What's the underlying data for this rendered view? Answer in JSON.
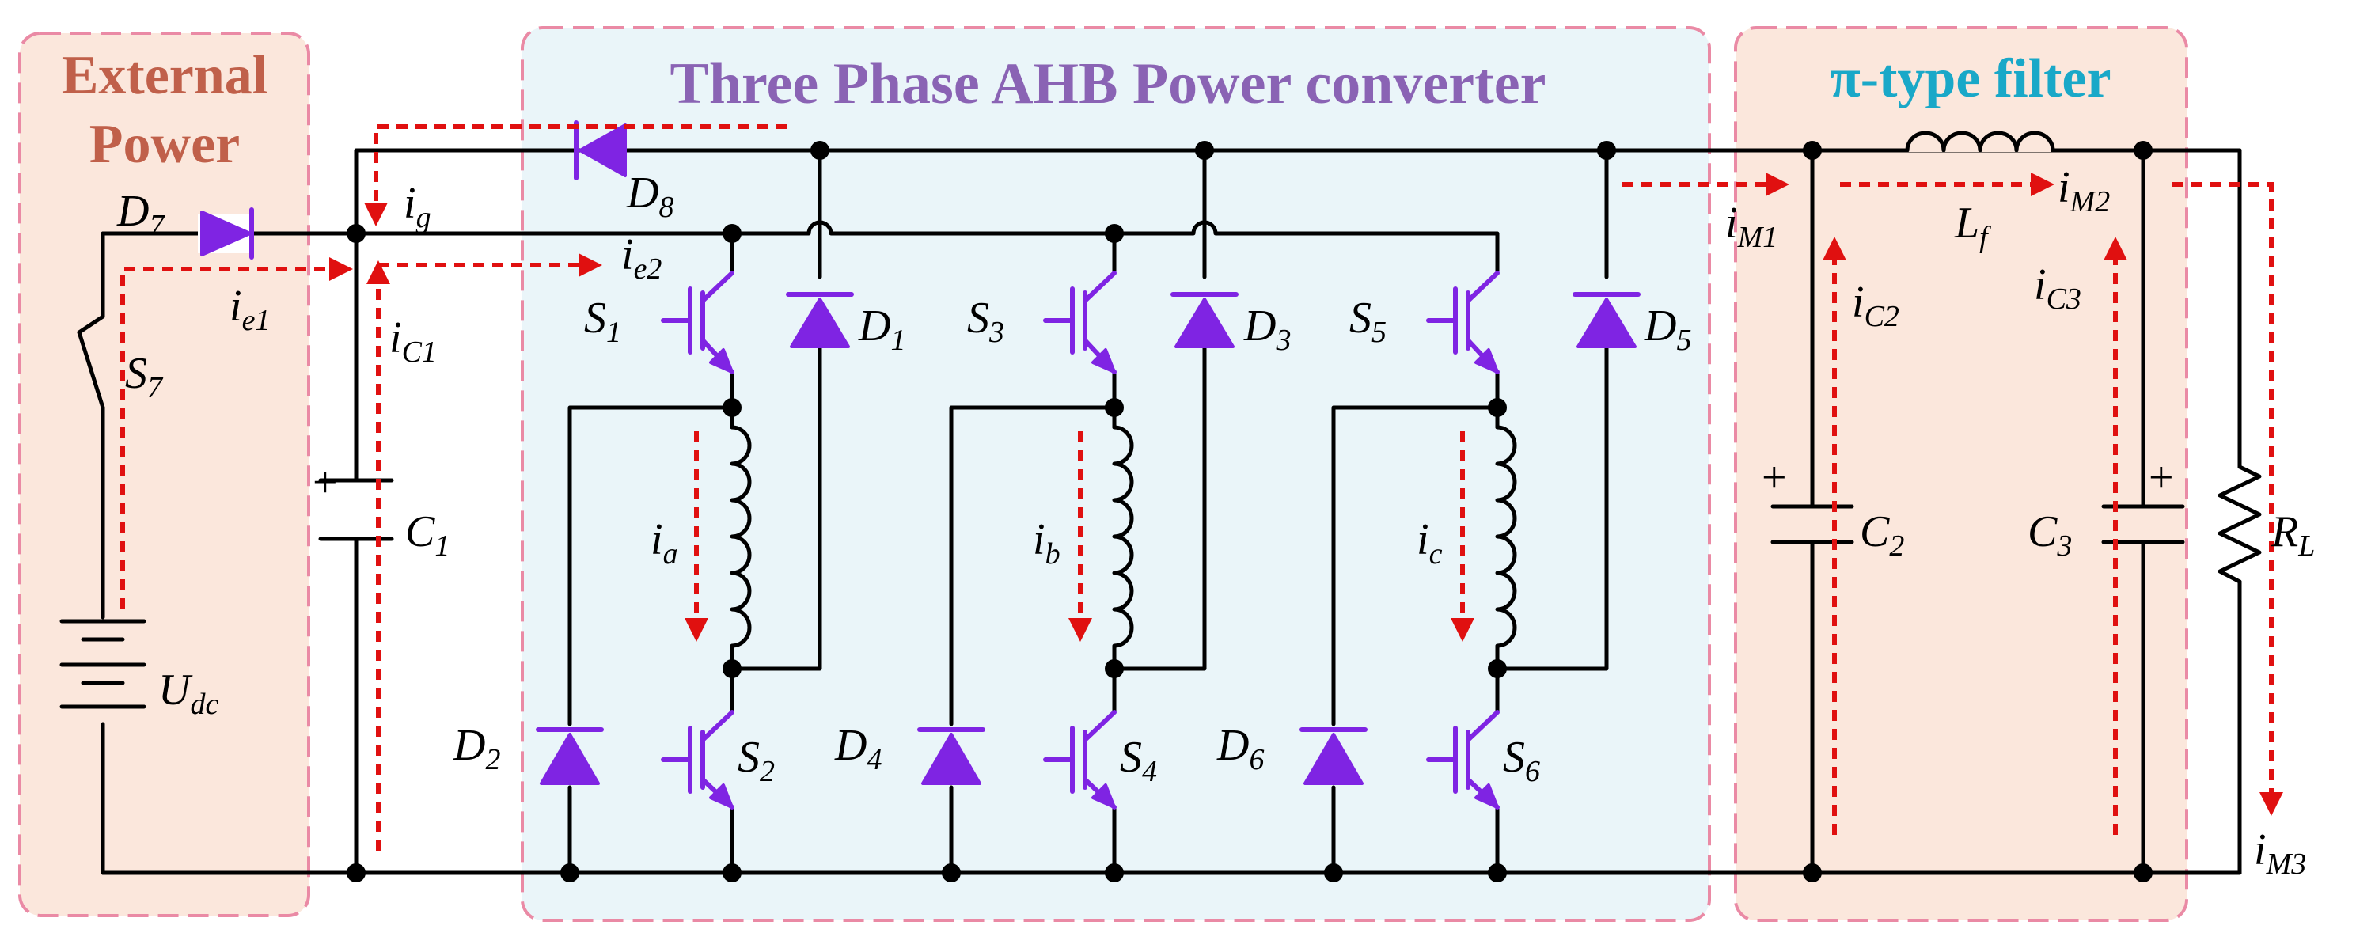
{
  "sections": {
    "external": {
      "title_line1": "External",
      "title_line2": "Power",
      "color": "#c0604a"
    },
    "converter": {
      "title": "Three Phase AHB Power converter",
      "color": "#8a63b4"
    },
    "filter": {
      "title": "π-type filter",
      "color": "#19a8c8"
    }
  },
  "labels": {
    "D7": {
      "main": "D",
      "sub": "7"
    },
    "S7": {
      "main": "S",
      "sub": "7"
    },
    "Udc": {
      "main": "U",
      "sub": "dc"
    },
    "C1": {
      "main": "C",
      "sub": "1"
    },
    "D8": {
      "main": "D",
      "sub": "8"
    },
    "S1": {
      "main": "S",
      "sub": "1"
    },
    "D1": {
      "main": "D",
      "sub": "1"
    },
    "S2": {
      "main": "S",
      "sub": "2"
    },
    "D2": {
      "main": "D",
      "sub": "2"
    },
    "S3": {
      "main": "S",
      "sub": "3"
    },
    "D3": {
      "main": "D",
      "sub": "3"
    },
    "S4": {
      "main": "S",
      "sub": "4"
    },
    "D4": {
      "main": "D",
      "sub": "4"
    },
    "S5": {
      "main": "S",
      "sub": "5"
    },
    "D5": {
      "main": "D",
      "sub": "5"
    },
    "S6": {
      "main": "S",
      "sub": "6"
    },
    "D6": {
      "main": "D",
      "sub": "6"
    },
    "C2": {
      "main": "C",
      "sub": "2"
    },
    "C3": {
      "main": "C",
      "sub": "3"
    },
    "Lf": {
      "main": "L",
      "sub": "f"
    },
    "RL": {
      "main": "R",
      "sub": "L"
    },
    "ig": {
      "main": "i",
      "sub": "g"
    },
    "ie1": {
      "main": "i",
      "sub": "e1"
    },
    "ie2": {
      "main": "i",
      "sub": "e2"
    },
    "iC1": {
      "main": "i",
      "sub": "C1"
    },
    "ia": {
      "main": "i",
      "sub": "a"
    },
    "ib": {
      "main": "i",
      "sub": "b"
    },
    "ic": {
      "main": "i",
      "sub": "c"
    },
    "iM1": {
      "main": "i",
      "sub": "M1"
    },
    "iM2": {
      "main": "i",
      "sub": "M2"
    },
    "iM3": {
      "main": "i",
      "sub": "M3"
    },
    "iC2": {
      "main": "i",
      "sub": "C2"
    },
    "iC3": {
      "main": "i",
      "sub": "C3"
    }
  },
  "polarity": {
    "C1": "+",
    "C2": "+",
    "C3": "+"
  }
}
